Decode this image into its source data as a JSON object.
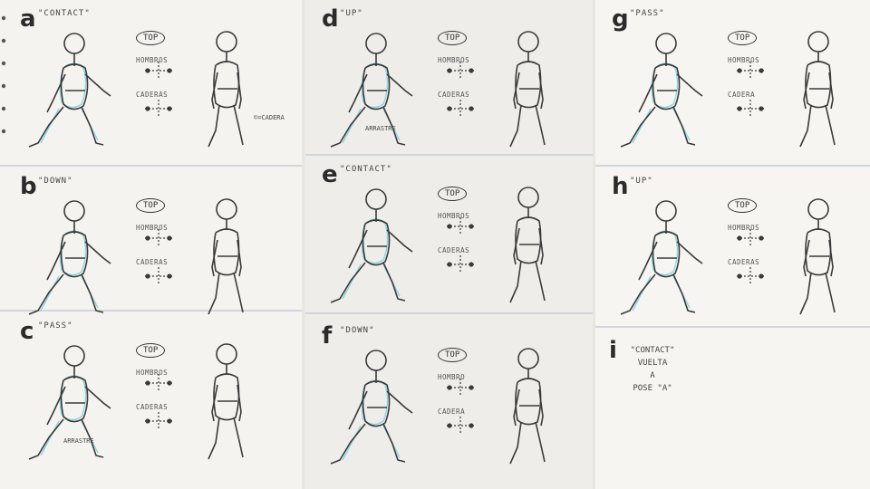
{
  "panels": [
    {
      "id": "a",
      "letter": "a",
      "caption": "\"CONTACT\"",
      "top": "TOP",
      "shoulders": "HOMBROS",
      "hips": "CADERAS",
      "note": "©=CADERA"
    },
    {
      "id": "b",
      "letter": "b",
      "caption": "\"DOWN\"",
      "top": "TOP",
      "shoulders": "HOMBROS",
      "hips": "CADERAS"
    },
    {
      "id": "c",
      "letter": "c",
      "caption": "\"PASS\"",
      "top": "TOP",
      "shoulders": "HOMBROS",
      "hips": "CADERAS",
      "note": "ARRASTRE"
    },
    {
      "id": "d",
      "letter": "d",
      "caption": "\"UP\"",
      "top": "TOP",
      "shoulders": "HOMBROS",
      "hips": "CADERAS",
      "note": "ARRASTRE"
    },
    {
      "id": "e",
      "letter": "e",
      "caption": "\"CONTACT\"",
      "top": "TOP",
      "shoulders": "HOMBROS",
      "hips": "CADERAS"
    },
    {
      "id": "f",
      "letter": "f",
      "caption": "\"DOWN\"",
      "top": "TOP",
      "shoulders": "HOMBRO",
      "hips": "CADERA"
    },
    {
      "id": "g",
      "letter": "g",
      "caption": "\"PASS\"",
      "top": "TOP",
      "shoulders": "HOMBROS",
      "hips": "CADERA"
    },
    {
      "id": "h",
      "letter": "h",
      "caption": "\"UP\"",
      "top": "TOP",
      "shoulders": "HOMBROS",
      "hips": "CADERAS"
    }
  ],
  "final_panel": {
    "letter": "i",
    "line1": "\"CONTACT\"",
    "line2": "VUELTA",
    "line3": "A",
    "line4": "POSE \"A\""
  },
  "ring_symbol": "©",
  "colors": {
    "pencil": "#3a3a3a",
    "blue_pencil": "#6fd0e6",
    "paper": "#f3f1ee"
  }
}
